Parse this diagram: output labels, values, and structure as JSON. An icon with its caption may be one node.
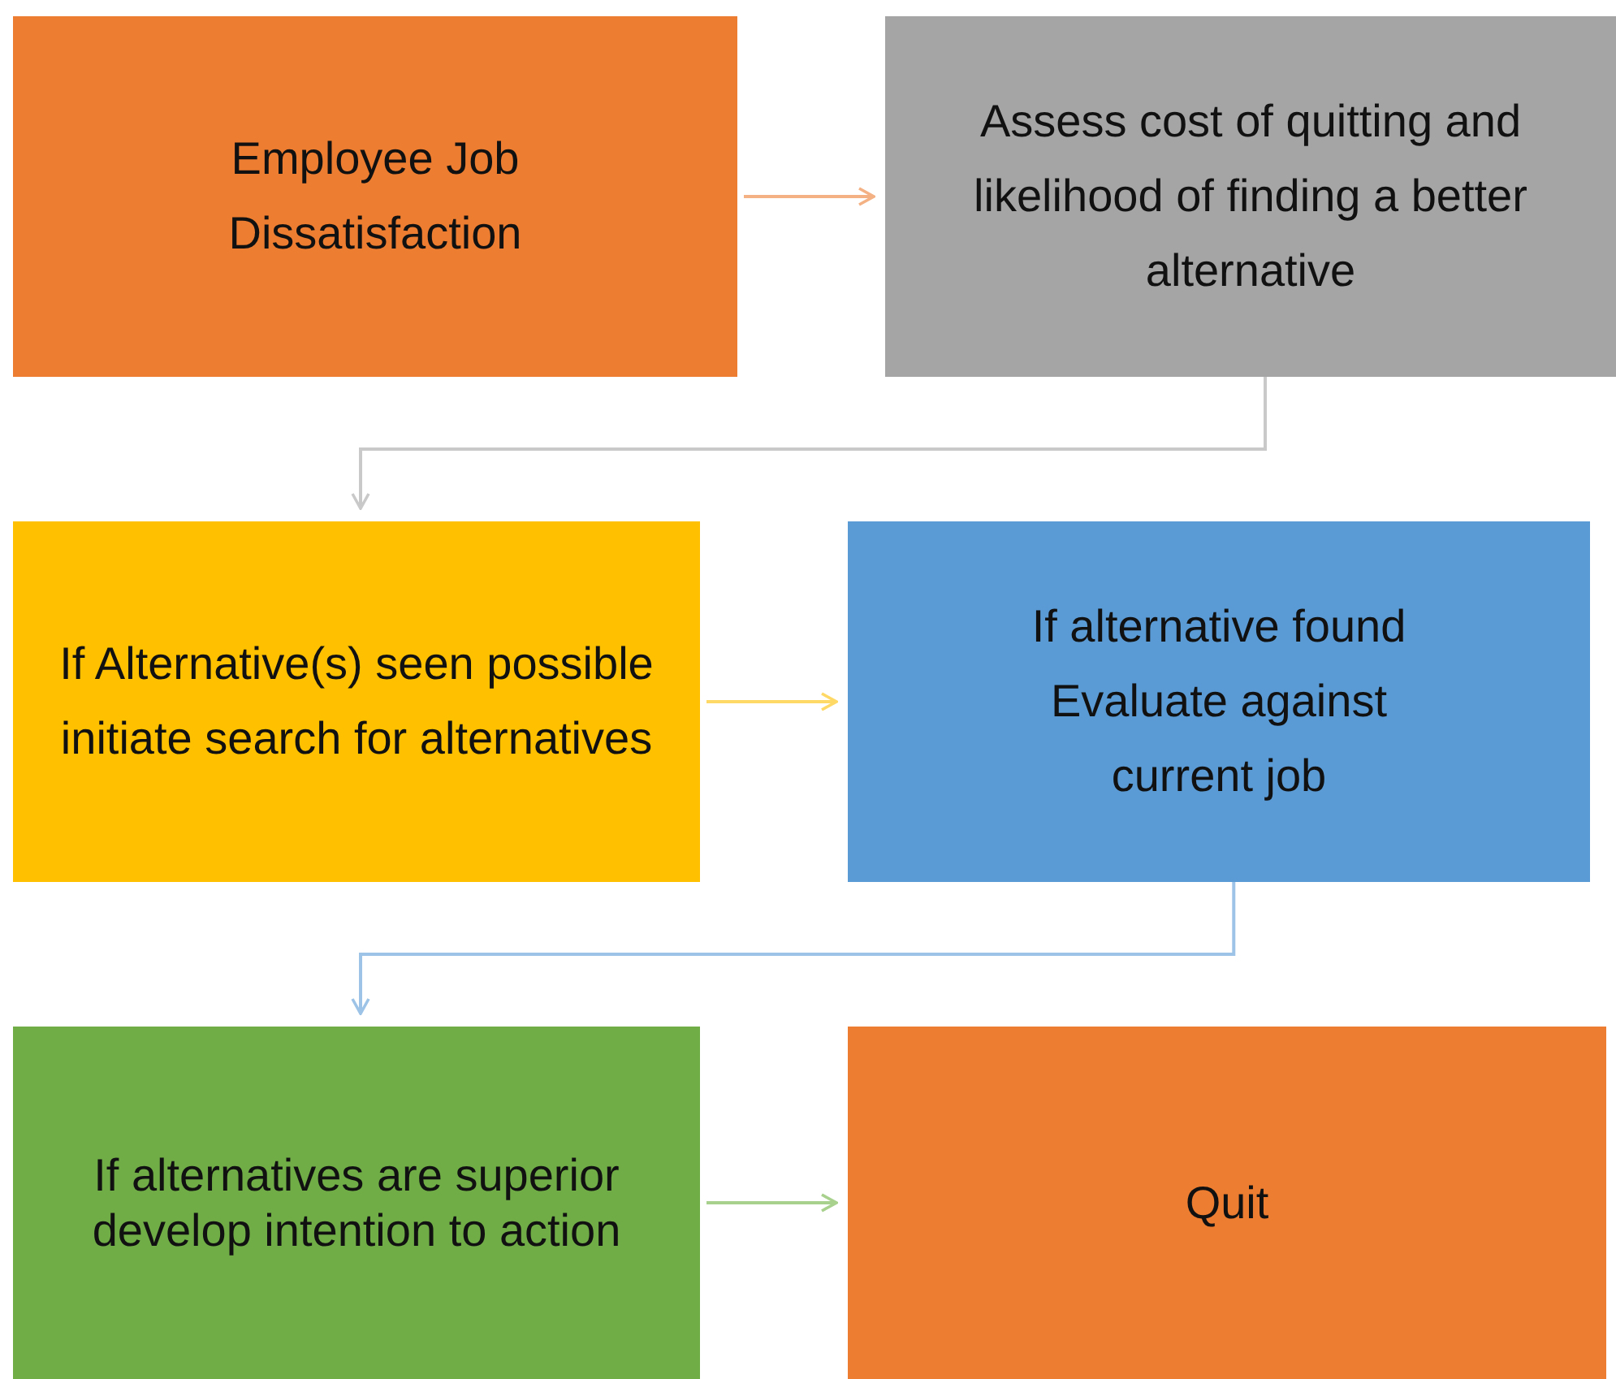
{
  "diagram": {
    "nodes": [
      {
        "text": [
          "Employee Job Dissatisfaction"
        ]
      },
      {
        "text": [
          "Assess cost of quitting and likelihood of finding a better alternative"
        ]
      },
      {
        "text": [
          "If Alternative(s) seen possible initiate search for alternatives"
        ]
      },
      {
        "text": [
          "If alternative found",
          "Evaluate against current job"
        ]
      },
      {
        "text": [
          "If alternatives are superior develop intention to action"
        ]
      },
      {
        "text": [
          "Quit"
        ]
      }
    ],
    "edges": [
      {
        "from": 0,
        "to": 1,
        "arrow": "to",
        "color": "#f4b183"
      },
      {
        "from": 1,
        "to": 2,
        "arrow": "to",
        "color": "#c9c9c9"
      },
      {
        "from": 2,
        "to": 3,
        "arrow": "to",
        "color": "#ffd966"
      },
      {
        "from": 3,
        "to": 4,
        "arrow": "to",
        "color": "#9dc3e6"
      },
      {
        "from": 4,
        "to": 5,
        "arrow": "to",
        "color": "#a9d18e"
      }
    ]
  }
}
